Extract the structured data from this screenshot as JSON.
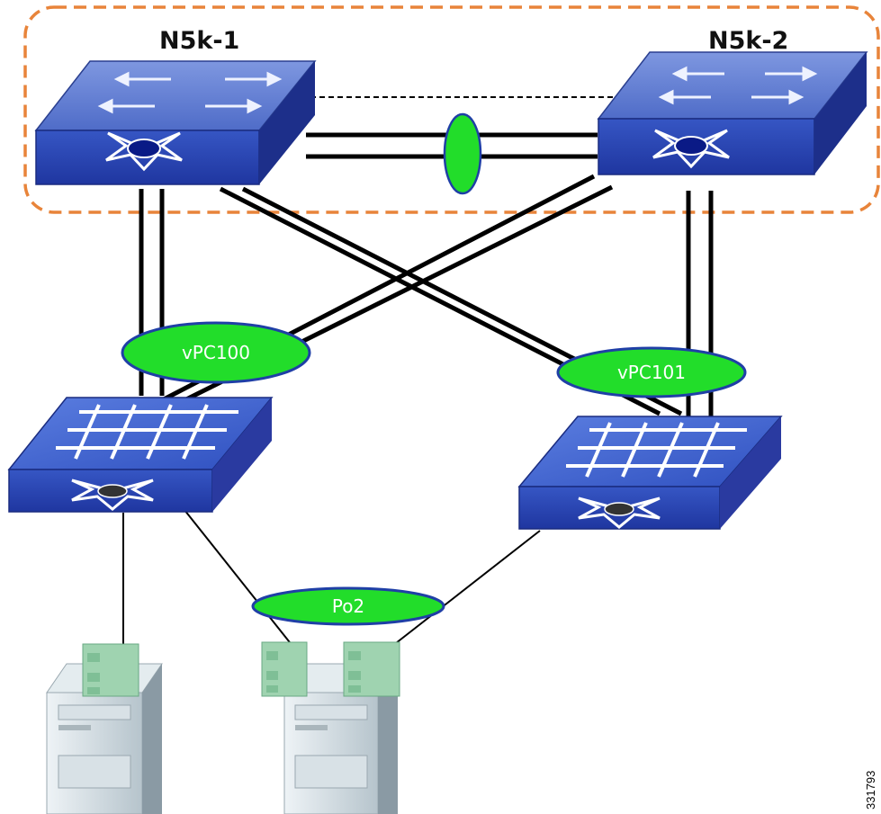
{
  "diagram": {
    "switches": {
      "n5k_1": {
        "label": "N5k-1"
      },
      "n5k_2": {
        "label": "N5k-2"
      }
    },
    "bundles": {
      "vpc100": {
        "label": "vPC100"
      },
      "vpc101": {
        "label": "vPC101"
      },
      "po2": {
        "label": "Po2"
      }
    },
    "figure_id": "331793"
  },
  "colors": {
    "switch_face": "#2b48b6",
    "switch_top": "#6a86d8",
    "bundle_fill": "#22dd2a",
    "bundle_stroke": "#1f3fa6",
    "peer_group_outline": "#e8843a",
    "server_body": "#c9d4da"
  }
}
